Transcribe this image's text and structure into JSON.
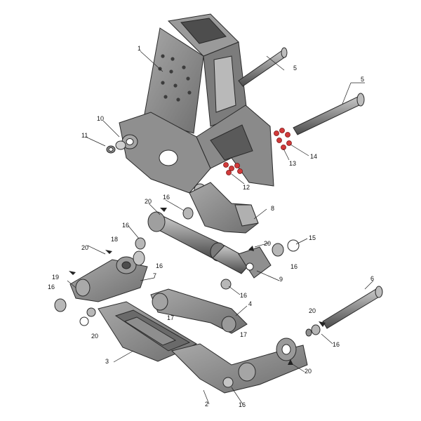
{
  "diagram": {
    "colors": {
      "part": "#8f8f8f",
      "part_light": "#b9b9b9",
      "part_dark": "#4d4d4d",
      "outline": "#2a2a2a",
      "fastener": "#d23a3a",
      "leader": "#222222",
      "background": "#ffffff"
    },
    "callouts": [
      {
        "id": "c1",
        "text": "1"
      },
      {
        "id": "c2",
        "text": "2"
      },
      {
        "id": "c3",
        "text": "3"
      },
      {
        "id": "c4",
        "text": "4"
      },
      {
        "id": "c5a",
        "text": "5"
      },
      {
        "id": "c5b",
        "text": "5"
      },
      {
        "id": "c6",
        "text": "6"
      },
      {
        "id": "c7",
        "text": "7"
      },
      {
        "id": "c8",
        "text": "8"
      },
      {
        "id": "c9",
        "text": "9"
      },
      {
        "id": "c10",
        "text": "10"
      },
      {
        "id": "c11",
        "text": "11"
      },
      {
        "id": "c12",
        "text": "12"
      },
      {
        "id": "c13",
        "text": "13"
      },
      {
        "id": "c14",
        "text": "14"
      },
      {
        "id": "c15",
        "text": "15"
      },
      {
        "id": "c16a",
        "text": "16"
      },
      {
        "id": "c16b",
        "text": "16"
      },
      {
        "id": "c16c",
        "text": "16"
      },
      {
        "id": "c16d",
        "text": "16"
      },
      {
        "id": "c16e",
        "text": "16"
      },
      {
        "id": "c16f",
        "text": "16"
      },
      {
        "id": "c16g",
        "text": "16"
      },
      {
        "id": "c16h",
        "text": "16"
      },
      {
        "id": "c17a",
        "text": "17"
      },
      {
        "id": "c17b",
        "text": "17"
      },
      {
        "id": "c18",
        "text": "18"
      },
      {
        "id": "c19",
        "text": "19"
      },
      {
        "id": "c20a",
        "text": "20"
      },
      {
        "id": "c20b",
        "text": "20"
      },
      {
        "id": "c20c",
        "text": "20"
      },
      {
        "id": "c20d",
        "text": "20"
      },
      {
        "id": "c20e",
        "text": "20"
      },
      {
        "id": "c20f",
        "text": "20"
      }
    ]
  }
}
